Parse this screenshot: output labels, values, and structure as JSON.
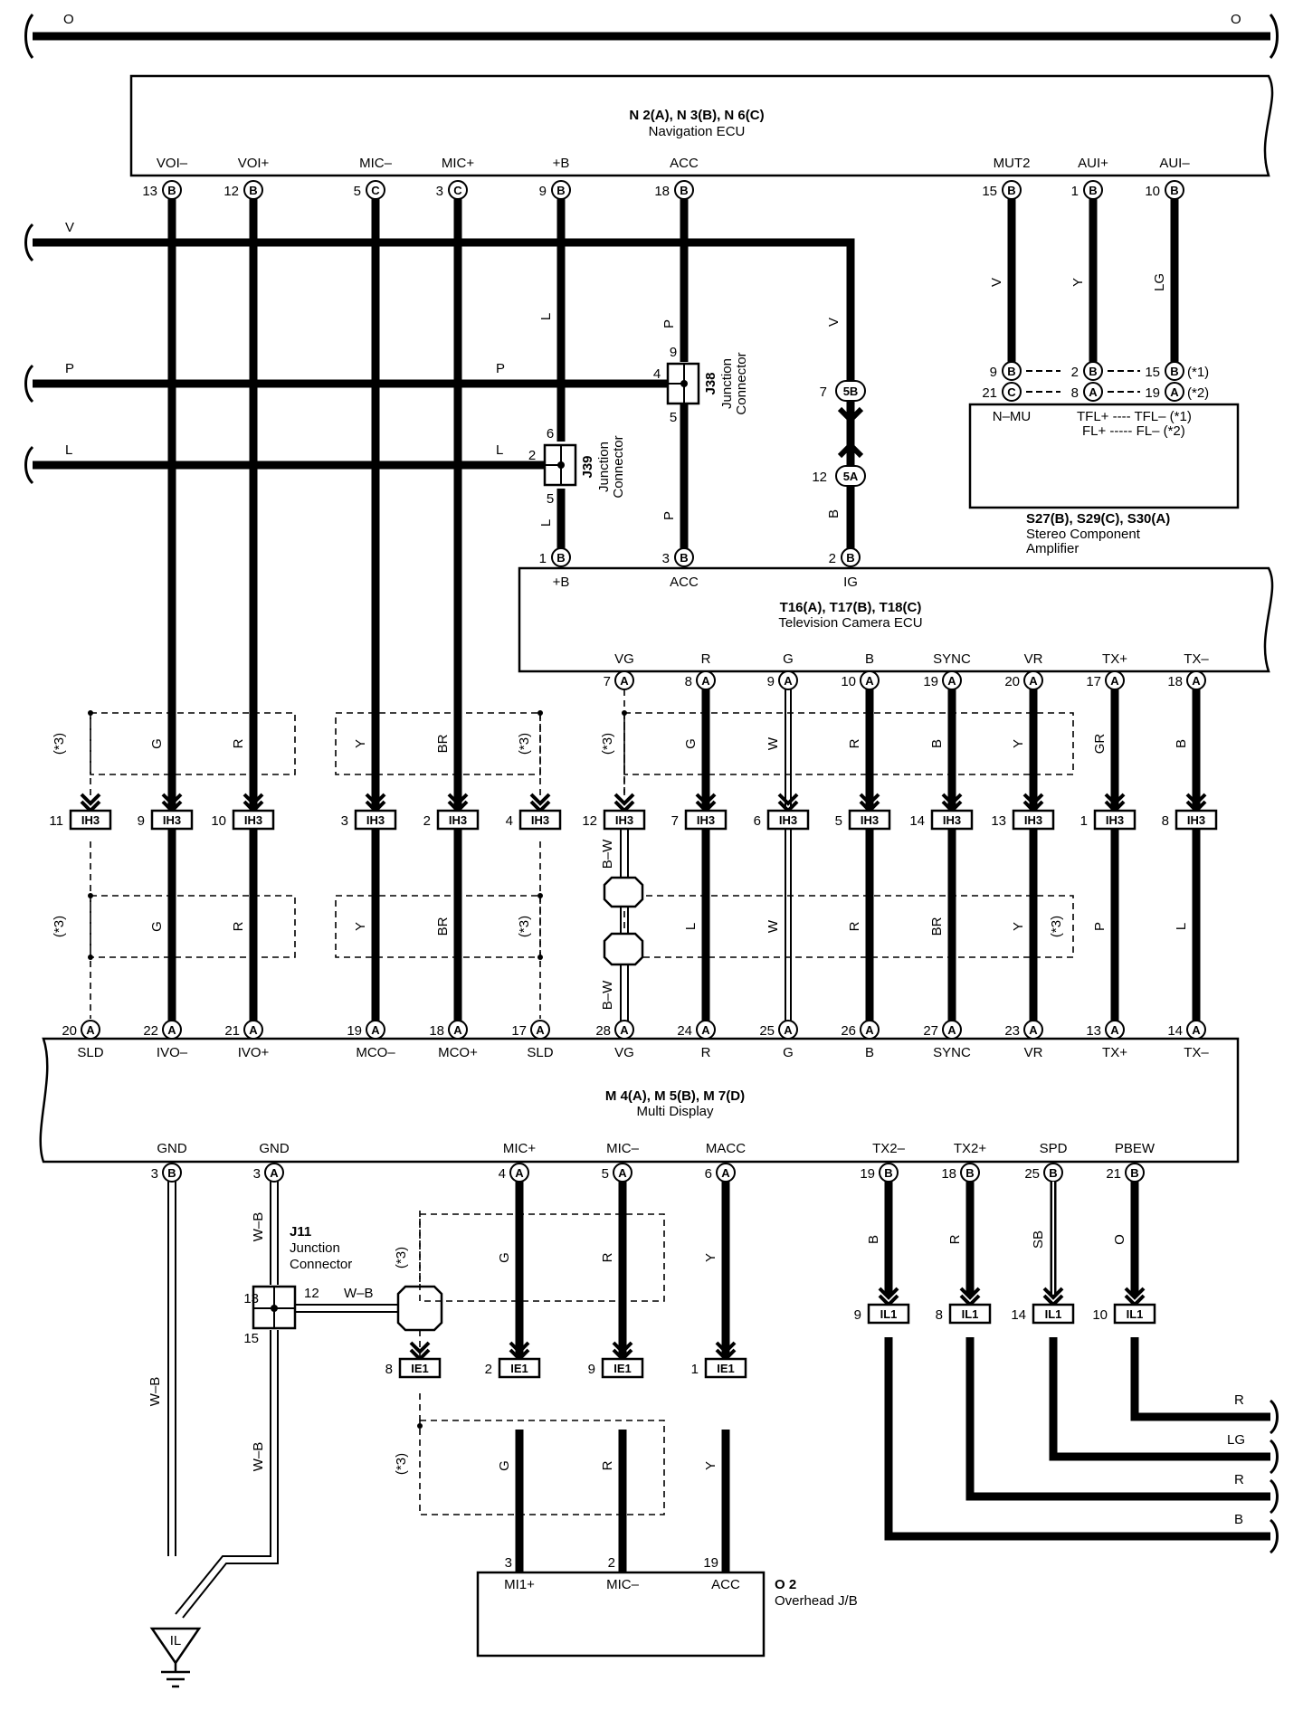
{
  "top_bus": {
    "left": "O",
    "right": "O"
  },
  "nav_ecu": {
    "title": "N 2(A), N 3(B), N 6(C)",
    "subtitle": "Navigation ECU",
    "pins": [
      {
        "name": "VOI–",
        "num": "13",
        "conn": "B"
      },
      {
        "name": "VOI+",
        "num": "12",
        "conn": "B"
      },
      {
        "name": "MIC–",
        "num": "5",
        "conn": "C"
      },
      {
        "name": "MIC+",
        "num": "3",
        "conn": "C"
      },
      {
        "name": "+B",
        "num": "9",
        "conn": "B"
      },
      {
        "name": "ACC",
        "num": "18",
        "conn": "B"
      },
      {
        "name": "MUT2",
        "num": "15",
        "conn": "B"
      },
      {
        "name": "AUI+",
        "num": "1",
        "conn": "B"
      },
      {
        "name": "AUI–",
        "num": "10",
        "conn": "B"
      }
    ]
  },
  "left_wires": [
    {
      "color": "V"
    },
    {
      "color": "P"
    },
    {
      "color": "L"
    }
  ],
  "j38": {
    "id": "J38",
    "label1": "Junction",
    "label2": "Connector",
    "pins": [
      "9",
      "4",
      "5"
    ]
  },
  "j39": {
    "id": "J39",
    "label1": "Junction",
    "label2": "Connector",
    "pins": [
      "6",
      "2",
      "5"
    ]
  },
  "wire_colors": {
    "pb_upper": "L",
    "pb_lower": "L",
    "acc_upper": "P",
    "acc_lower": "P",
    "ig_upper": "V",
    "ig_lower": "B",
    "left_v": "P",
    "left_l": "L"
  },
  "ig_connectors": {
    "upper_num": "7",
    "upper_conn": "5B",
    "lower_num": "12",
    "lower_conn": "5A"
  },
  "amp": {
    "title": "S27(B), S29(C), S30(A)",
    "subtitle1": "Stereo Component",
    "subtitle2": "Amplifier",
    "wires": [
      "V",
      "Y",
      "LG"
    ],
    "pins_row1": [
      {
        "num": "9",
        "conn": "B"
      },
      {
        "num": "2",
        "conn": "B"
      },
      {
        "num": "15",
        "conn": "B"
      }
    ],
    "pins_row2": [
      {
        "num": "21",
        "conn": "C"
      },
      {
        "num": "8",
        "conn": "A"
      },
      {
        "num": "19",
        "conn": "A"
      }
    ],
    "note1": "(*1)",
    "note2": "(*2)",
    "label_nmu": "N–MU",
    "line1": "TFL+ ---- TFL– (*1)",
    "line2": "FL+ ----- FL– (*2)"
  },
  "tv_ecu": {
    "title": "T16(A), T17(B), T18(C)",
    "subtitle": "Television Camera ECU",
    "top_pins": [
      {
        "name": "+B",
        "num": "1",
        "conn": "B"
      },
      {
        "name": "ACC",
        "num": "3",
        "conn": "B"
      },
      {
        "name": "IG",
        "num": "2",
        "conn": "B"
      }
    ],
    "bottom_pins": [
      {
        "name": "VG",
        "num": "7",
        "conn": "A"
      },
      {
        "name": "R",
        "num": "8",
        "conn": "A"
      },
      {
        "name": "G",
        "num": "9",
        "conn": "A"
      },
      {
        "name": "B",
        "num": "10",
        "conn": "A"
      },
      {
        "name": "SYNC",
        "num": "19",
        "conn": "A"
      },
      {
        "name": "VR",
        "num": "20",
        "conn": "A"
      },
      {
        "name": "TX+",
        "num": "17",
        "conn": "A"
      },
      {
        "name": "TX–",
        "num": "18",
        "conn": "A"
      }
    ]
  },
  "ih3": {
    "id": "IH3",
    "cols": [
      {
        "num": "11",
        "up": "",
        "down": ""
      },
      {
        "num": "9",
        "up": "G",
        "down": "G"
      },
      {
        "num": "10",
        "up": "R",
        "down": "R"
      },
      {
        "num": "3",
        "up": "Y",
        "down": "Y"
      },
      {
        "num": "2",
        "up": "BR",
        "down": "BR"
      },
      {
        "num": "4",
        "up": "",
        "down": ""
      },
      {
        "num": "12",
        "up": "",
        "down": "B–W"
      },
      {
        "num": "7",
        "up": "G",
        "down": "L"
      },
      {
        "num": "6",
        "up": "W",
        "down": "W"
      },
      {
        "num": "5",
        "up": "R",
        "down": "R"
      },
      {
        "num": "14",
        "up": "B",
        "down": "BR"
      },
      {
        "num": "13",
        "up": "Y",
        "down": "Y"
      },
      {
        "num": "1",
        "up": "GR",
        "down": "P"
      },
      {
        "num": "8",
        "up": "B",
        "down": "L"
      }
    ],
    "shield_note": "(*3)",
    "bw_lower": "B–W"
  },
  "multi_display": {
    "title": "M 4(A), M 5(B), M 7(D)",
    "subtitle": "Multi Display",
    "top_pins": [
      {
        "name": "SLD",
        "num": "20",
        "conn": "A"
      },
      {
        "name": "IVO–",
        "num": "22",
        "conn": "A"
      },
      {
        "name": "IVO+",
        "num": "21",
        "conn": "A"
      },
      {
        "name": "MCO–",
        "num": "19",
        "conn": "A"
      },
      {
        "name": "MCO+",
        "num": "18",
        "conn": "A"
      },
      {
        "name": "SLD",
        "num": "17",
        "conn": "A"
      },
      {
        "name": "VG",
        "num": "28",
        "conn": "A"
      },
      {
        "name": "R",
        "num": "24",
        "conn": "A"
      },
      {
        "name": "G",
        "num": "25",
        "conn": "A"
      },
      {
        "name": "B",
        "num": "26",
        "conn": "A"
      },
      {
        "name": "SYNC",
        "num": "27",
        "conn": "A"
      },
      {
        "name": "VR",
        "num": "23",
        "conn": "A"
      },
      {
        "name": "TX+",
        "num": "13",
        "conn": "A"
      },
      {
        "name": "TX–",
        "num": "14",
        "conn": "A"
      }
    ],
    "bottom_pins": [
      {
        "name": "GND",
        "num": "3",
        "conn": "B"
      },
      {
        "name": "GND",
        "num": "3",
        "conn": "A"
      },
      {
        "name": "MIC+",
        "num": "4",
        "conn": "A"
      },
      {
        "name": "MIC–",
        "num": "5",
        "conn": "A"
      },
      {
        "name": "MACC",
        "num": "6",
        "conn": "A"
      },
      {
        "name": "TX2–",
        "num": "19",
        "conn": "B"
      },
      {
        "name": "TX2+",
        "num": "18",
        "conn": "B"
      },
      {
        "name": "SPD",
        "num": "25",
        "conn": "B"
      },
      {
        "name": "PBEW",
        "num": "21",
        "conn": "B"
      }
    ]
  },
  "j11": {
    "id": "J11",
    "label1": "Junction",
    "label2": "Connector",
    "pins": [
      "13",
      "12",
      "15"
    ],
    "wire": "W–B"
  },
  "gnd_wires": {
    "left": "W–B",
    "right_upper": "W–B",
    "right_lower": "W–B"
  },
  "ground": {
    "label": "IL"
  },
  "ie1": {
    "id": "IE1",
    "cols": [
      {
        "num": "8",
        "up": "",
        "down": ""
      },
      {
        "num": "2",
        "up": "G",
        "down": "G"
      },
      {
        "num": "9",
        "up": "R",
        "down": "R"
      },
      {
        "num": "1",
        "up": "Y",
        "down": "Y"
      }
    ]
  },
  "il1": {
    "id": "IL1",
    "cols": [
      {
        "num": "9",
        "up": "B"
      },
      {
        "num": "8",
        "up": "R"
      },
      {
        "num": "14",
        "up": "SB"
      },
      {
        "num": "10",
        "up": "O"
      }
    ],
    "out_wires": [
      "R",
      "LG",
      "R",
      "B"
    ]
  },
  "overhead_jb": {
    "title": "O 2",
    "subtitle": "Overhead J/B",
    "pins": [
      {
        "name": "MI1+",
        "num": "3"
      },
      {
        "name": "MIC–",
        "num": "2"
      },
      {
        "name": "ACC",
        "num": "19"
      }
    ]
  }
}
